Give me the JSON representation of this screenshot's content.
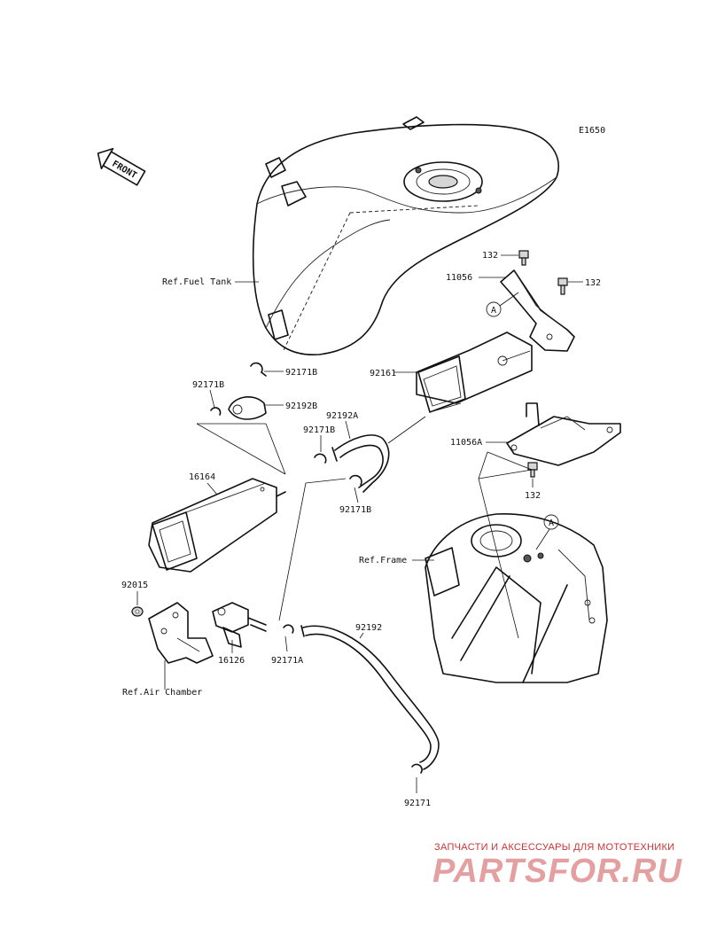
{
  "diagram_code": "E1650",
  "front_arrow_label": "FRONT",
  "labels": {
    "ref_fuel_tank": "Ref.Fuel Tank",
    "ref_frame": "Ref.Frame",
    "ref_air_chamber": "Ref.Air Chamber",
    "p132a": "132",
    "p132b": "132",
    "p132c": "132",
    "p11056": "11056",
    "p11056a": "11056A",
    "p92161": "92161",
    "p92171b_top": "92171B",
    "p92171b_left": "92171B",
    "p92171b_mid": "92171B",
    "p92171b_low": "92171B",
    "p92192b": "92192B",
    "p92192a": "92192A",
    "p16164": "16164",
    "p92015": "92015",
    "p16126": "16126",
    "p92171a": "92171A",
    "p92192": "92192",
    "p92171": "92171",
    "ref_a1": "A",
    "ref_a2": "A"
  },
  "watermark": {
    "tagline": "ЗАПЧАСТИ И АКСЕССУАРЫ ДЛЯ МОТОТЕХНИКИ",
    "logo": "PARTSFOR.RU"
  }
}
